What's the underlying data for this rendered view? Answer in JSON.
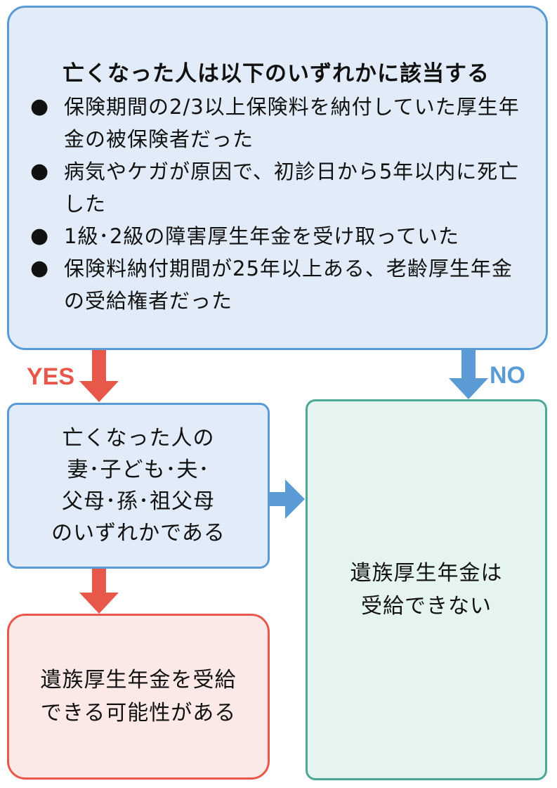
{
  "condition": {
    "title": "亡くなった人は以下のいずれかに該当する",
    "bullet_symbol": "●",
    "items": [
      "保険期間の2/3以上保険料を納付していた厚生年金の被保険者だった",
      "病気やケガが原因で、初診日から5年以内に死亡した",
      "1級･2級の障害厚生年金を受け取っていた",
      "保険料納付期間が25年以上ある、老齢厚生年金の受給権者だった"
    ]
  },
  "branches": {
    "yes_label": "YES",
    "no_label": "NO"
  },
  "family_condition": {
    "text": "亡くなった人の\n妻･子ども･夫･\n父母･孫･祖父母\nのいずれかである"
  },
  "yes_result": {
    "text": "遺族厚生年金を受給\nできる可能性がある"
  },
  "no_result": {
    "text": "遺族厚生年金は\n受給できない"
  },
  "colors": {
    "blue_box_fill": "#e1ecf8",
    "blue_border": "#5b9bd5",
    "yes_red": "#e8584a",
    "yes_result_fill": "#fbe9e7",
    "no_green_border": "#4aa894",
    "no_result_fill": "#e6f4f1",
    "arrow_blue": "#5b9bd5"
  }
}
